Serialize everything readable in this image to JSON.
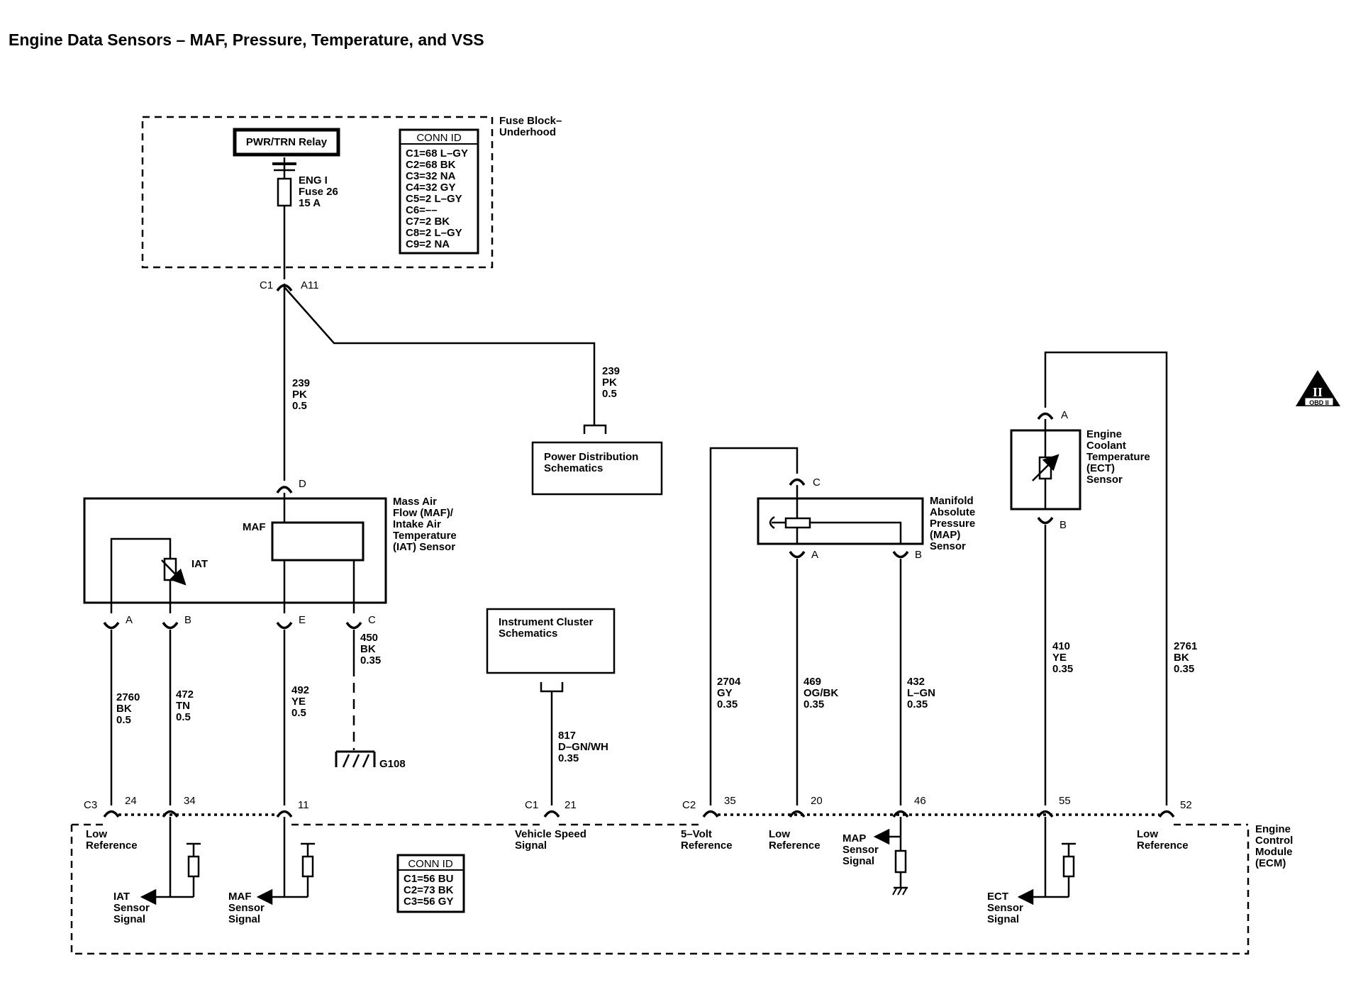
{
  "title": "Engine Data Sensors – MAF, Pressure, Temperature, and VSS",
  "fuse_block": {
    "name_lines": [
      "Fuse Block–",
      "Underhood"
    ],
    "relay": "PWR/TRN Relay",
    "fuse_lines": [
      "ENG I",
      "Fuse 26",
      "15 A"
    ],
    "conn_title": "CONN ID",
    "conn_rows": [
      "C1=68 L–GY",
      "C2=68 BK",
      "C3=32 NA",
      "C4=32 GY",
      "C5=2 L–GY",
      "C6=––",
      "C7=2 BK",
      "C8=2 L–GY",
      "C9=2 NA"
    ],
    "connector": "C1",
    "pin": "A11"
  },
  "wire_239_left": [
    "239",
    "PK",
    "0.5"
  ],
  "wire_239_right": [
    "239",
    "PK",
    "0.5"
  ],
  "power_distribution": [
    "Power Distribution",
    "Schematics"
  ],
  "maf_sensor": {
    "name_lines": [
      "Mass Air",
      "Flow (MAF)/",
      "Intake Air",
      "Temperature",
      "(IAT) Sensor"
    ],
    "maf_label": "MAF",
    "iat_label": "IAT",
    "pin_top": "D",
    "pin_a": "A",
    "pin_b": "B",
    "pin_e": "E",
    "pin_c": "C"
  },
  "wire_450": [
    "450",
    "BK",
    "0.35"
  ],
  "ground": "G108",
  "wire_2760": [
    "2760",
    "BK",
    "0.5"
  ],
  "wire_472": [
    "472",
    "TN",
    "0.5"
  ],
  "wire_492": [
    "492",
    "YE",
    "0.5"
  ],
  "instrument_cluster": [
    "Instrument Cluster",
    "Schematics"
  ],
  "wire_817": [
    "817",
    "D–GN/WH",
    "0.35"
  ],
  "map_sensor": {
    "name_lines": [
      "Manifold",
      "Absolute",
      "Pressure",
      "(MAP)",
      "Sensor"
    ],
    "pin_c": "C",
    "pin_a": "A",
    "pin_b": "B"
  },
  "wire_2704": [
    "2704",
    "GY",
    "0.35"
  ],
  "wire_469": [
    "469",
    "OG/BK",
    "0.35"
  ],
  "wire_432": [
    "432",
    "L–GN",
    "0.35"
  ],
  "ect_sensor": {
    "name_lines": [
      "Engine",
      "Coolant",
      "Temperature",
      "(ECT)",
      "Sensor"
    ],
    "pin_a": "A",
    "pin_b": "B"
  },
  "wire_410": [
    "410",
    "YE",
    "0.35"
  ],
  "wire_2761": [
    "2761",
    "BK",
    "0.35"
  ],
  "ecm": {
    "name_lines": [
      "Engine",
      "Control",
      "Module",
      "(ECM)"
    ],
    "c3": "C3",
    "c1": "C1",
    "c2": "C2",
    "pins": {
      "p24": "24",
      "p34": "34",
      "p11": "11",
      "p21": "21",
      "p35": "35",
      "p20": "20",
      "p46": "46",
      "p55": "55",
      "p52": "52"
    },
    "low_ref_1": [
      "Low",
      "Reference"
    ],
    "vss": [
      "Vehicle Speed",
      "Signal"
    ],
    "five_volt": [
      "5–Volt",
      "Reference"
    ],
    "low_ref_2": [
      "Low",
      "Reference"
    ],
    "low_ref_3": [
      "Low",
      "Reference"
    ],
    "iat_signal": [
      "IAT",
      "Sensor",
      "Signal"
    ],
    "maf_signal": [
      "MAF",
      "Sensor",
      "Signal"
    ],
    "map_signal": [
      "MAP",
      "Sensor",
      "Signal"
    ],
    "ect_signal": [
      "ECT",
      "Sensor",
      "Signal"
    ],
    "conn_title": "CONN ID",
    "conn_rows": [
      "C1=56 BU",
      "C2=73 BK",
      "C3=56 GY"
    ]
  },
  "obd_badge": {
    "numeral": "II",
    "text": "OBD II"
  }
}
